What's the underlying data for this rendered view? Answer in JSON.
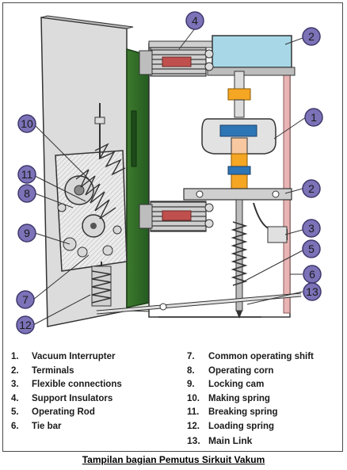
{
  "callouts": [
    "1",
    "2",
    "2",
    "3",
    "4",
    "5",
    "6",
    "7",
    "8",
    "9",
    "10",
    "11",
    "12",
    "13"
  ],
  "legend_left": [
    {
      "num": "1.",
      "label": "Vacuum Interrupter"
    },
    {
      "num": "2.",
      "label": "Terminals"
    },
    {
      "num": "3.",
      "label": "Flexible connections"
    },
    {
      "num": "4.",
      "label": "Support  Insulators"
    },
    {
      "num": "5.",
      "label": "Operating Rod"
    },
    {
      "num": "6.",
      "label": "Tie bar"
    }
  ],
  "legend_right": [
    {
      "num": "7.",
      "label": "Common operating shift"
    },
    {
      "num": "8.",
      "label": "Operating corn"
    },
    {
      "num": "9.",
      "label": "Locking cam"
    },
    {
      "num": "10.",
      "label": "Making spring"
    },
    {
      "num": "11.",
      "label": "Breaking spring"
    },
    {
      "num": "12.",
      "label": "Loading spring"
    },
    {
      "num": "13.",
      "label": "Main Link"
    }
  ],
  "caption": "Tampilan bagian Pemutus Sirkuit Vakum",
  "colors": {
    "callout_fill": "#7b72b8",
    "panel_green": "#2f6b2a",
    "insulator_blue": "#a8d8e8",
    "spring_red": "#c0504d",
    "contact_orange": "#f5a623",
    "pink_bar": "#e8b4b4"
  }
}
